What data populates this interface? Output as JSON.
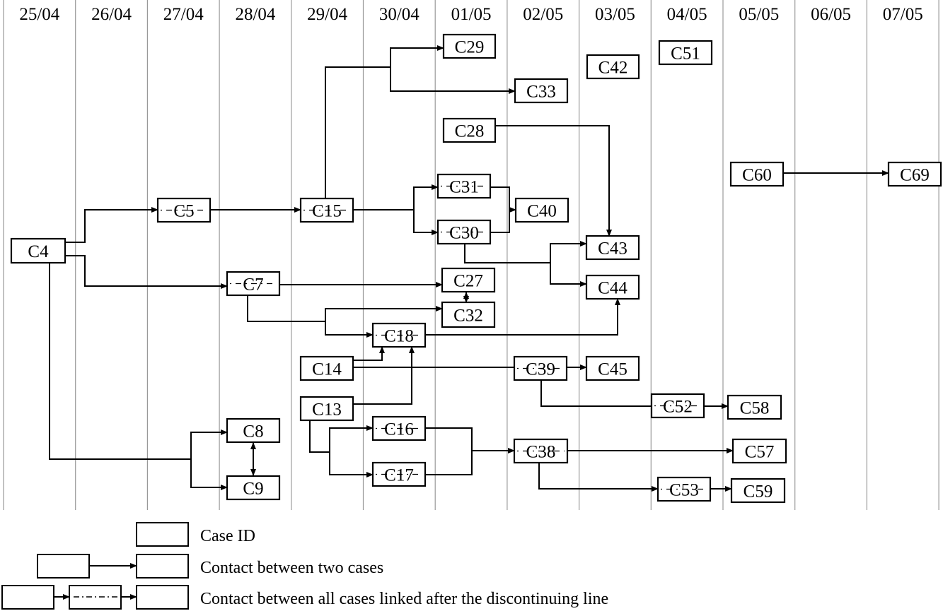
{
  "dates": [
    "25/04",
    "26/04",
    "27/04",
    "28/04",
    "29/04",
    "30/04",
    "01/05",
    "02/05",
    "03/05",
    "04/05",
    "05/05",
    "06/05",
    "07/05"
  ],
  "cases": [
    {
      "id": "C4",
      "linked": false
    },
    {
      "id": "C5",
      "linked": true
    },
    {
      "id": "C15",
      "linked": true
    },
    {
      "id": "C29",
      "linked": false
    },
    {
      "id": "C33",
      "linked": false
    },
    {
      "id": "C42",
      "linked": false
    },
    {
      "id": "C51",
      "linked": false
    },
    {
      "id": "C28",
      "linked": false
    },
    {
      "id": "C60",
      "linked": false
    },
    {
      "id": "C69",
      "linked": false
    },
    {
      "id": "C31",
      "linked": true
    },
    {
      "id": "C30",
      "linked": true
    },
    {
      "id": "C40",
      "linked": false
    },
    {
      "id": "C43",
      "linked": false
    },
    {
      "id": "C44",
      "linked": false
    },
    {
      "id": "C7",
      "linked": true
    },
    {
      "id": "C27",
      "linked": false
    },
    {
      "id": "C32",
      "linked": false
    },
    {
      "id": "C18",
      "linked": true
    },
    {
      "id": "C14",
      "linked": false
    },
    {
      "id": "C39",
      "linked": true
    },
    {
      "id": "C45",
      "linked": false
    },
    {
      "id": "C13",
      "linked": false
    },
    {
      "id": "C52",
      "linked": true
    },
    {
      "id": "C58",
      "linked": false
    },
    {
      "id": "C8",
      "linked": false
    },
    {
      "id": "C16",
      "linked": true
    },
    {
      "id": "C38",
      "linked": true
    },
    {
      "id": "C57",
      "linked": false
    },
    {
      "id": "C9",
      "linked": false
    },
    {
      "id": "C17",
      "linked": true
    },
    {
      "id": "C53",
      "linked": true
    },
    {
      "id": "C59",
      "linked": false
    }
  ],
  "legend": {
    "case_id": "Case ID",
    "contact": "Contact between two cases",
    "linked": "Contact between all cases linked after the discontinuing line"
  }
}
